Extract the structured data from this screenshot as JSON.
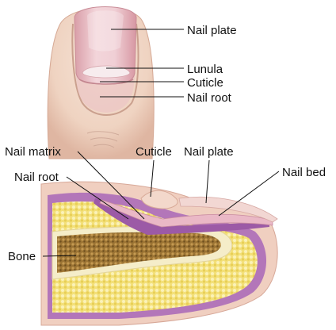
{
  "labels": {
    "nail_plate_top": "Nail plate",
    "lunula": "Lunula",
    "cuticle_top": "Cuticle",
    "nail_root_top": "Nail root",
    "nail_matrix": "Nail matrix",
    "cuticle_bottom": "Cuticle",
    "nail_plate_bottom": "Nail plate",
    "nail_root_bottom": "Nail root",
    "nail_bed": "Nail bed",
    "bone": "Bone"
  },
  "colors": {
    "skin": "#f1d6c6",
    "skin_shadow": "#d9aa98",
    "nail": "#e6b5bd",
    "nail_highlight": "#f6e1e4",
    "matrix": "#b673b8",
    "marrow": "#f2e27a",
    "bone": "#a27a3a",
    "bone_edge": "#f4ecc8"
  }
}
